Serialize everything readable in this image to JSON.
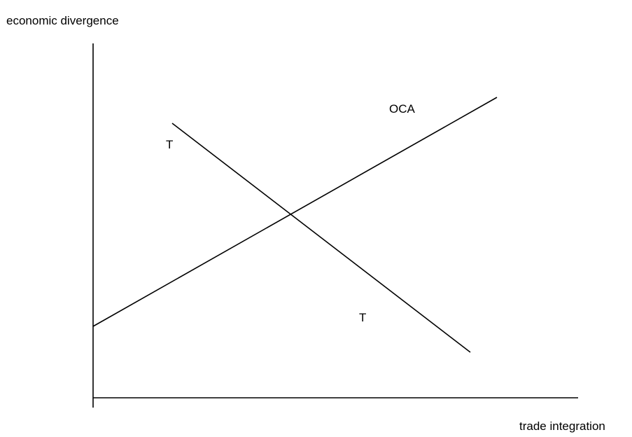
{
  "chart_data": {
    "type": "line",
    "ylabel": "economic divergence",
    "xlabel": "trade integration",
    "grid": false,
    "series": [
      {
        "name": "OCA",
        "labels": [
          "OCA"
        ],
        "trend": "increasing"
      },
      {
        "name": "T",
        "labels": [
          "T",
          "T"
        ],
        "trend": "decreasing"
      }
    ],
    "colors": {
      "line": "#000000",
      "background": "#ffffff"
    }
  }
}
